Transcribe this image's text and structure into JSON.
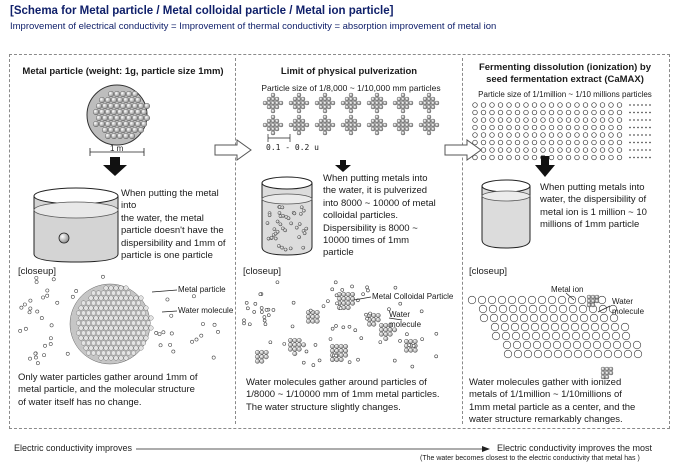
{
  "header": {
    "title": "[Schema for Metal particle / Metal colloidal particle / Metal ion particle]",
    "subtitle": "Improvement of electrical conductivity = Improvement of thermal conductivity = absorption improvement of metal ion"
  },
  "col1": {
    "heading": "Metal particle (weight: 1g, particle size 1mm)",
    "scale_label": "1 m",
    "description": [
      "When putting the metal into",
      "the water,  the metal",
      "particle doesn't have the",
      "dispersibility and 1mm of",
      "particle is one particle"
    ],
    "closeup_label": "[closeup]",
    "label_metal_particle": "Metal particle",
    "label_water_molecule": "Water molecule",
    "bottom_text": [
      "Only water particles gather around 1mm of",
      "metal particle, and the molecular structure",
      "of water itself has no change."
    ]
  },
  "col2": {
    "heading": "Limit of physical pulverization",
    "particle_size": "Particle size of 1/8,000 ~ 1/10,000 mm particles",
    "scale_label": "0.1 - 0.2 u",
    "description": [
      "When putting metals into",
      "the water, it is pulverized",
      "into 8000 ~ 10000 of metal",
      "colloidal particles.",
      "Dispersibility is 8000 ~",
      "10000 times of 1mm",
      "particle"
    ],
    "closeup_label": "[closeup]",
    "label_colloidal": "Metal Colloidal Particle",
    "label_water_molecule": [
      "Water",
      "molecule"
    ],
    "bottom_text": [
      "Water molecules gather around particles of",
      "1/8000 ~ 1/10000 mm of 1mm metal particles.",
      "The water structure slightly changes."
    ]
  },
  "col3": {
    "heading": [
      "Fermenting dissolution (ionization) by",
      "seed fermentation extract (CaMAX)"
    ],
    "particle_size": "Particle size of 1/1million ~ 1/10 millions particles",
    "description": [
      "When putting metals into",
      "water, the dispersibility of",
      "metal ion is 1 million ~ 10",
      "millions of 1mm particle"
    ],
    "closeup_label": "[closeup]",
    "label_metal_ion": "Metal ion",
    "label_water_molecule": [
      "Water",
      "molecule"
    ],
    "bottom_text": [
      "Water molecules gather with ionized",
      "metals of 1/1million ~ 1/10millions of",
      "1mm metal particle as a center, and the",
      "water structure remarkably changes."
    ]
  },
  "footer": {
    "left": "Electric conductivity improves",
    "right": "Electric conductivity improves the most",
    "note": "(The water becomes closest to the electric conductivity that metal has )"
  }
}
